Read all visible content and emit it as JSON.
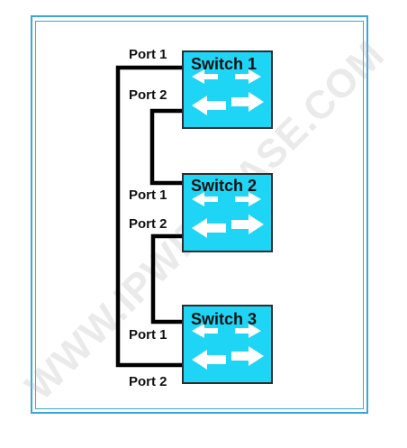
{
  "watermark": "WWW.IPWITHEASE.COM",
  "colors": {
    "frame": "#3aa6dc",
    "switch_fill": "#1fd5f5",
    "switch_border": "#2d2d2d",
    "cable": "#000000",
    "arrow": "#ffffff"
  },
  "switches": [
    {
      "name": "Switch 1",
      "port1": "Port 1",
      "port2": "Port 2"
    },
    {
      "name": "Switch 2",
      "port1": "Port 1",
      "port2": "Port 2"
    },
    {
      "name": "Switch 3",
      "port1": "Port 1",
      "port2": "Port 2"
    }
  ],
  "icons": [
    "switch-icon"
  ]
}
